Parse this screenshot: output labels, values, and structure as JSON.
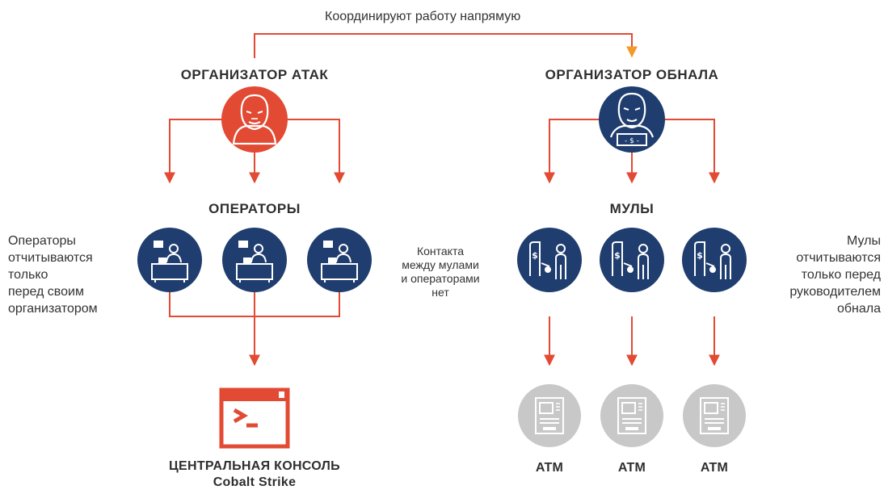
{
  "top_note": "Координируют работу напрямую",
  "attack_organizer": {
    "title": "ОРГАНИЗАТОР АТАК"
  },
  "cashout_organizer": {
    "title": "ОРГАНИЗАТОР ОБНАЛА"
  },
  "operators": {
    "title": "ОПЕРАТОРЫ",
    "count": 3
  },
  "mules": {
    "title": "МУЛЫ",
    "count": 3
  },
  "operators_note": "Операторы\nотчитываются\nтолько\nперед своим\nорганизатором",
  "mules_note": "Мулы\nотчитываются\nтолько перед\nруководителем\nобнала",
  "no_contact_note": "Контакта\nмежду мулами\nи операторами\nнет",
  "console": {
    "line1": "ЦЕНТРАЛЬНАЯ КОНСОЛЬ",
    "line2": "Cobalt Strike"
  },
  "atm_labels": [
    "ATM",
    "ATM",
    "ATM"
  ],
  "colors": {
    "red": "#e24a33",
    "navy": "#1f3d6e",
    "gray": "#c8c8c8",
    "arrow_orange": "#f39a2a"
  },
  "icons": {
    "attack_organizer": "hacker-mask-icon",
    "cashout_organizer": "hacker-money-icon",
    "operator": "operator-desk-icon",
    "mule": "atm-withdraw-icon",
    "atm": "atm-machine-icon",
    "console": "terminal-console-icon"
  }
}
